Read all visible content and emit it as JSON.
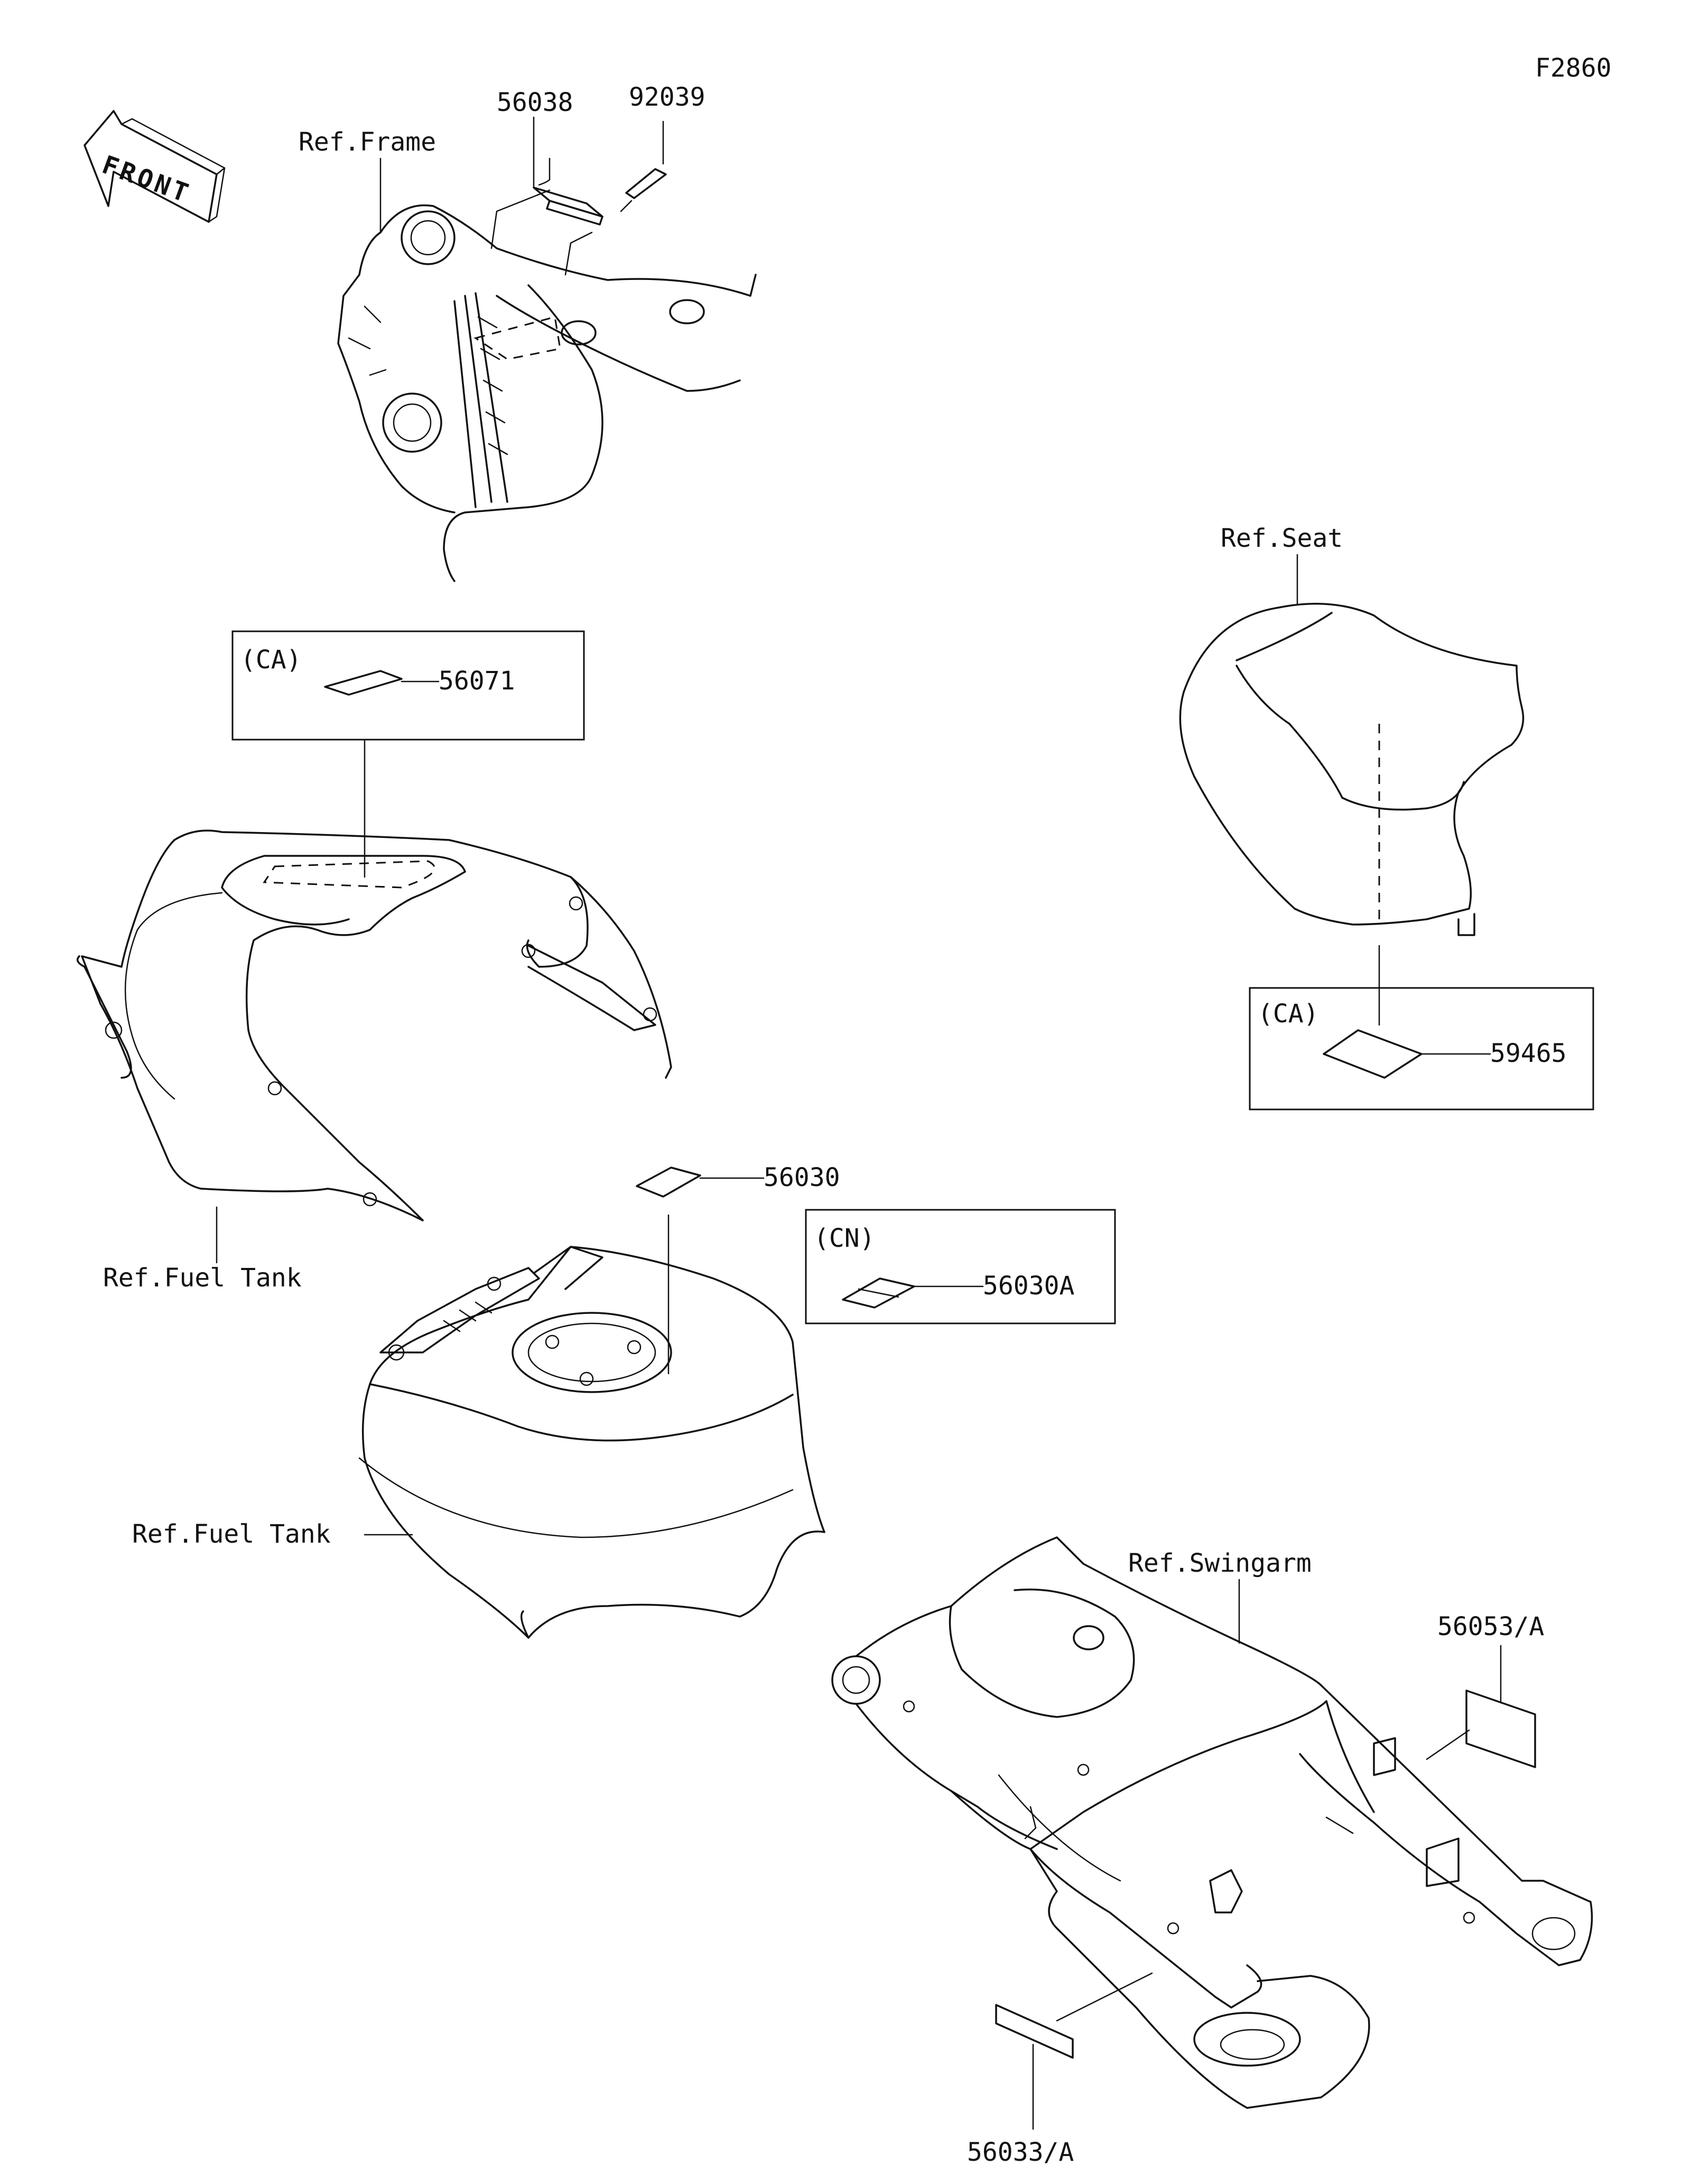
{
  "diagram": {
    "code": "F2860",
    "front_arrow": "FRONT",
    "refs": {
      "frame": "Ref.Frame",
      "seat": "Ref.Seat",
      "fuel_tank_cover": "Ref.Fuel Tank",
      "fuel_tank": "Ref.Fuel Tank",
      "swingarm": "Ref.Swingarm"
    },
    "regions": {
      "ca1": "(CA)",
      "ca2": "(CA)",
      "cn": "(CN)"
    },
    "parts": {
      "p56038": "56038",
      "p92039": "92039",
      "p56071": "56071",
      "p59465": "59465",
      "p56030": "56030",
      "p56030A": "56030A",
      "p56053A": "56053/A",
      "p56033A": "56033/A"
    }
  }
}
